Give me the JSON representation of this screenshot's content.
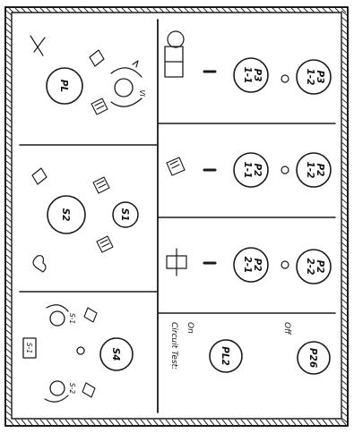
{
  "groups_top": [
    {
      "id": "PL",
      "label": "PL",
      "rotate_label": "VI"
    },
    {
      "id": "S2",
      "label": "S2"
    },
    {
      "id": "S1",
      "label": "S1"
    },
    {
      "id": "S4",
      "label": "S4",
      "small_labels": [
        "S-1",
        "S-2"
      ],
      "box_label": "S-1"
    }
  ],
  "rows_bottom": [
    {
      "top": "P3\n1-1",
      "bottom": "P3\n1-2"
    },
    {
      "top": "P2\n1-1",
      "bottom": "P2\n1-2"
    },
    {
      "top": "P2\n2-1",
      "bottom": "P2\n2-2"
    }
  ],
  "circuit_caption": "Circuit Test:",
  "circuit_states": [
    "On",
    "Off"
  ],
  "circuit_labels": [
    "PL2",
    "P26"
  ]
}
